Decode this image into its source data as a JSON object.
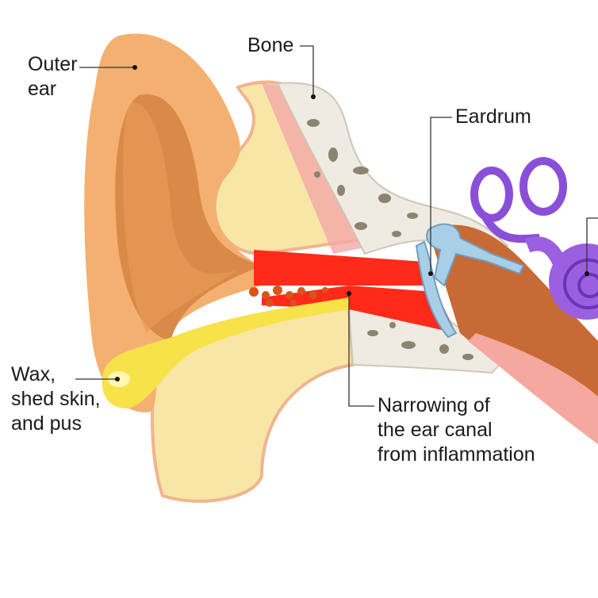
{
  "labels": {
    "outer_ear": [
      "Outer",
      "ear"
    ],
    "bone": "Bone",
    "eardrum": "Eardrum",
    "wax": [
      "Wax,",
      "shed skin,",
      "and pus"
    ],
    "narrowing": [
      "Narrowing of",
      "the ear canal",
      "from inflammation"
    ]
  },
  "colors": {
    "ear_skin": "#f4b070",
    "ear_inner": "#d98a48",
    "fat": "#f7e6a6",
    "bone": "#efebe2",
    "canal_red": "#ff2a1a",
    "wax": "#f7e24a",
    "inner_ear": "#8a4fd8",
    "ossicles": "#a9cfe6"
  }
}
